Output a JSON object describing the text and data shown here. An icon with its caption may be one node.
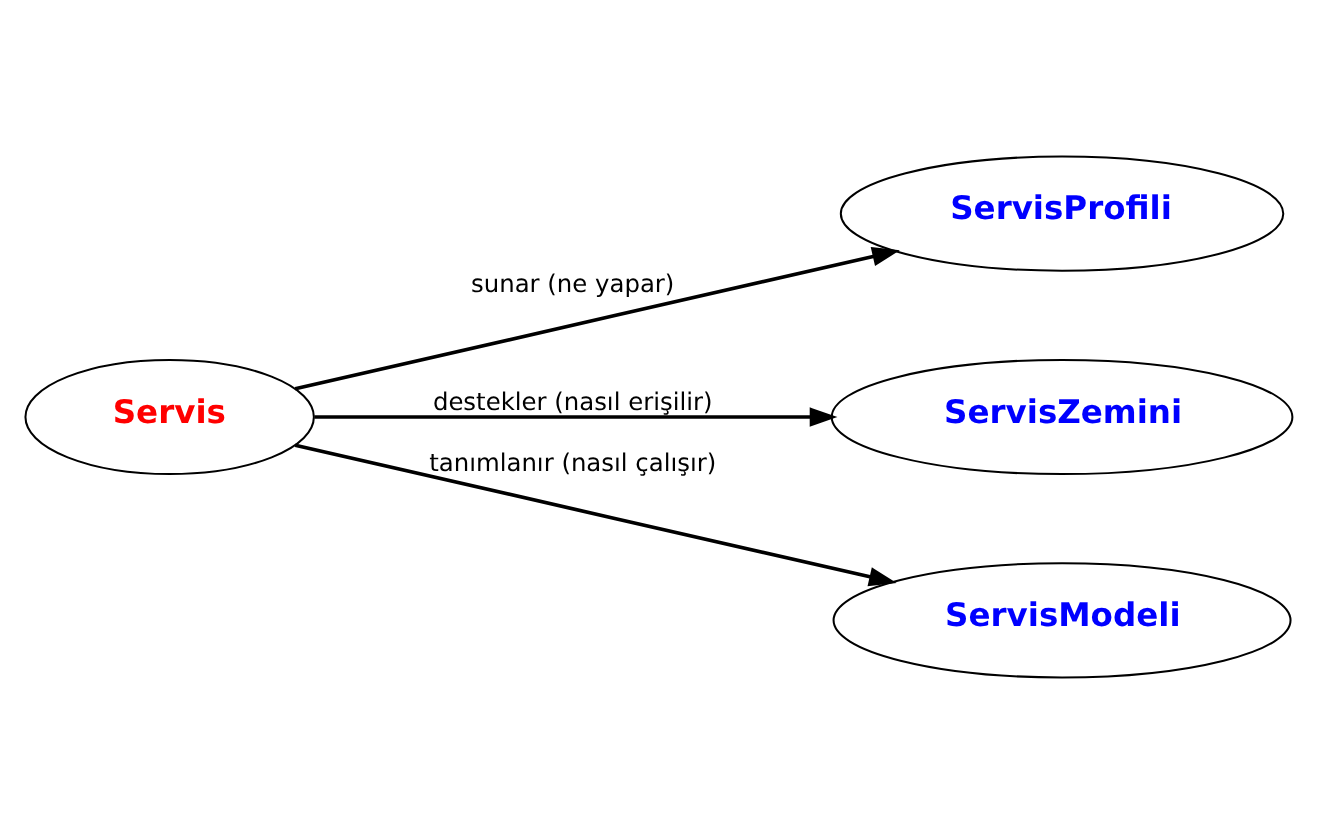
{
  "diagram": {
    "nodes": [
      {
        "text": [
          "Servis"
        ]
      },
      {
        "text": [
          "ServisProfili"
        ]
      },
      {
        "text": [
          "ServisZemini"
        ]
      },
      {
        "text": [
          "ServisModeli"
        ]
      }
    ],
    "edges": [
      {
        "from": 0,
        "to": 1,
        "arrow": "to",
        "label": "sunar (ne yapar)"
      },
      {
        "from": 0,
        "to": 2,
        "arrow": "to",
        "label": "destekler (nasıl erişilir)"
      },
      {
        "from": 0,
        "to": 3,
        "arrow": "to",
        "label": "tanımlanır (nasıl çalışır)"
      }
    ]
  }
}
